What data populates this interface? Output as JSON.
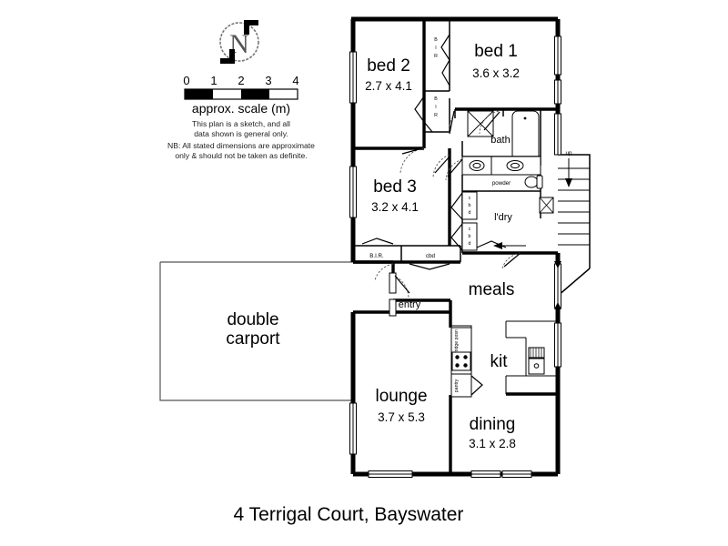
{
  "title": "4 Terrigal Court, Bayswater",
  "compass": {
    "label": "N",
    "name": "north-compass"
  },
  "scale": {
    "caption": "approx. scale (m)",
    "ticks": [
      "0",
      "1",
      "2",
      "3",
      "4"
    ],
    "disclaimer_lines": [
      "This plan is a sketch, and all",
      "data shown is general only.",
      "NB: All stated dimensions are approximate",
      "only & should not be taken as definite."
    ]
  },
  "rooms": [
    {
      "name": "bed 2",
      "dim": "2.7 x 4.1"
    },
    {
      "name": "bed 1",
      "dim": "3.6 x 3.2"
    },
    {
      "name": "bed 3",
      "dim": "3.2 x 4.1"
    },
    {
      "name": "bath",
      "dim": ""
    },
    {
      "name": "powder",
      "dim": ""
    },
    {
      "name": "l'dry",
      "dim": ""
    },
    {
      "name": "meals",
      "dim": ""
    },
    {
      "name": "kit",
      "dim": ""
    },
    {
      "name": "dining",
      "dim": "3.1 x 2.8"
    },
    {
      "name": "lounge",
      "dim": "3.7 x 5.3"
    },
    {
      "name": "entry",
      "dim": ""
    },
    {
      "name": "double carport",
      "dim": ""
    }
  ],
  "labels": {
    "bed2": "bed 2",
    "bed2_dim": "2.7 x 4.1",
    "bed1": "bed 1",
    "bed1_dim": "3.6 x 3.2",
    "bed3": "bed 3",
    "bed3_dim": "3.2 x 4.1",
    "bath": "bath",
    "powder": "powder",
    "laundry": "l'dry",
    "meals": "meals",
    "kitchen": "kit",
    "dining": "dining",
    "dining_dim": "3.1 x 2.8",
    "lounge": "lounge",
    "lounge_dim": "3.7 x 5.3",
    "entry": "entry",
    "carport_line1": "double",
    "carport_line2": "carport",
    "bir": "B.I.R.",
    "cbd": "cbd",
    "up": "up",
    "fridge": "fridge posn",
    "pantry": "pantry",
    "bir_letters": [
      "B",
      "I",
      "R"
    ],
    "cbd_letters": [
      "c",
      "b",
      "d"
    ]
  },
  "colors": {
    "wall": "#000000",
    "background": "#ffffff",
    "carport_wall": "#555555",
    "door_swing": "#555555"
  }
}
